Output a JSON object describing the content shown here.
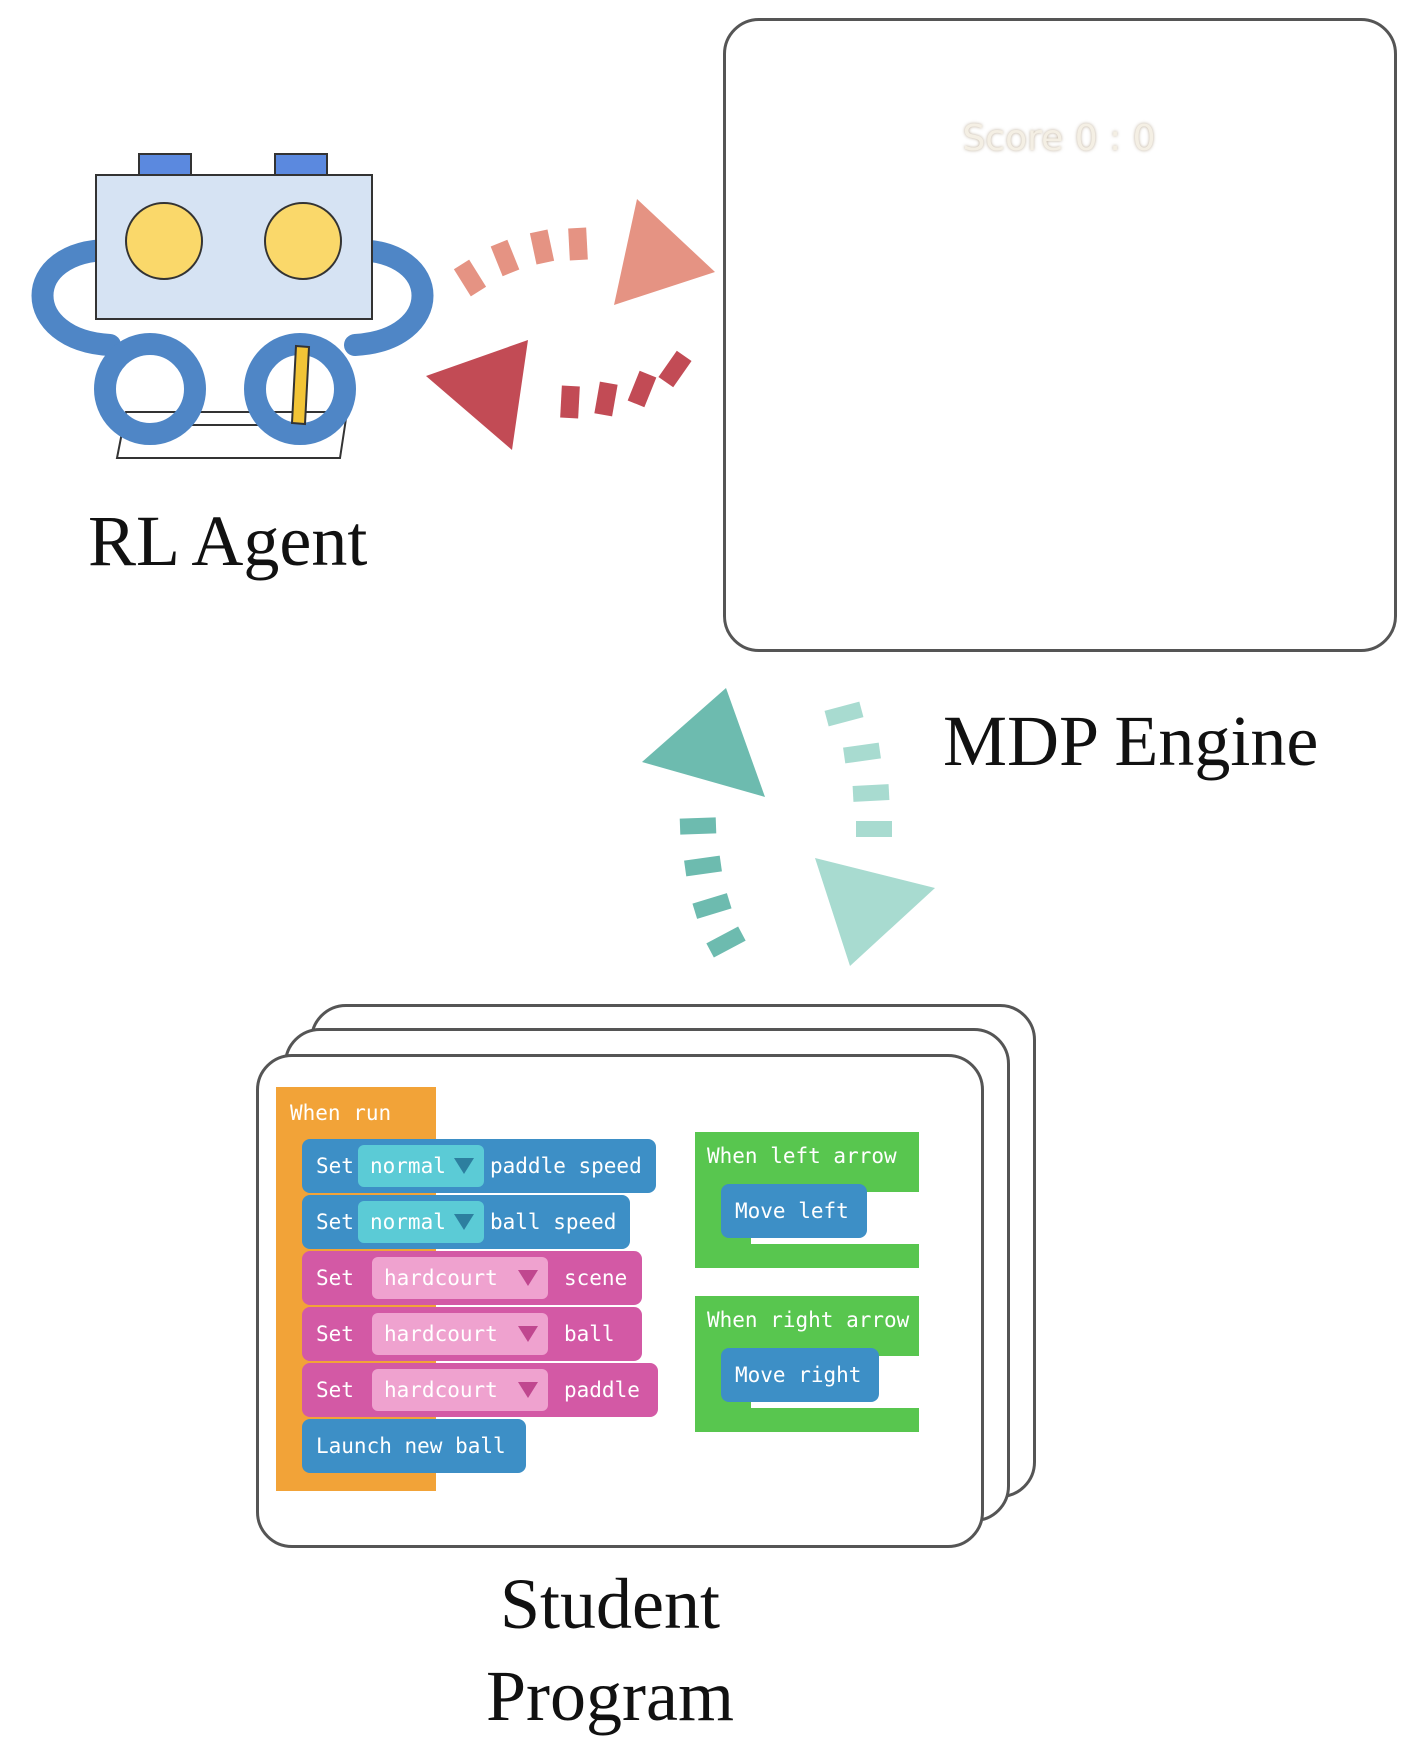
{
  "labels": {
    "agent": "RL Agent",
    "engine": "MDP Engine",
    "program_line1": "Student",
    "program_line2": "Program"
  },
  "game": {
    "score_text": "Score 0 : 0"
  },
  "program": {
    "when_run": "When run",
    "blocks": [
      {
        "prefix": "Set",
        "value": "normal",
        "suffix": "paddle speed"
      },
      {
        "prefix": "Set",
        "value": "normal",
        "suffix": "ball speed"
      },
      {
        "prefix": "Set",
        "value": "hardcourt",
        "suffix": "scene"
      },
      {
        "prefix": "Set",
        "value": "hardcourt",
        "suffix": "ball"
      },
      {
        "prefix": "Set",
        "value": "hardcourt",
        "suffix": "paddle"
      }
    ],
    "launch": "Launch new ball",
    "left_event": "When left arrow",
    "left_action": "Move left",
    "right_event": "When right arrow",
    "right_action": "Move right"
  },
  "colors": {
    "agent_body": "#D6E3F3",
    "agent_arms": "#4F86C6",
    "agent_eyes": "#FAD86A",
    "arrow_to_engine": "#E59383",
    "arrow_to_agent": "#C24B55",
    "arrow_to_engine_from_program": "#6DBBAF",
    "arrow_to_program": "#A8DBD0",
    "court_border": "#C33D2A",
    "block_orange": "#F2A338",
    "block_blue": "#3D8FC6",
    "block_pink": "#D359A5",
    "block_green": "#58C64F"
  }
}
